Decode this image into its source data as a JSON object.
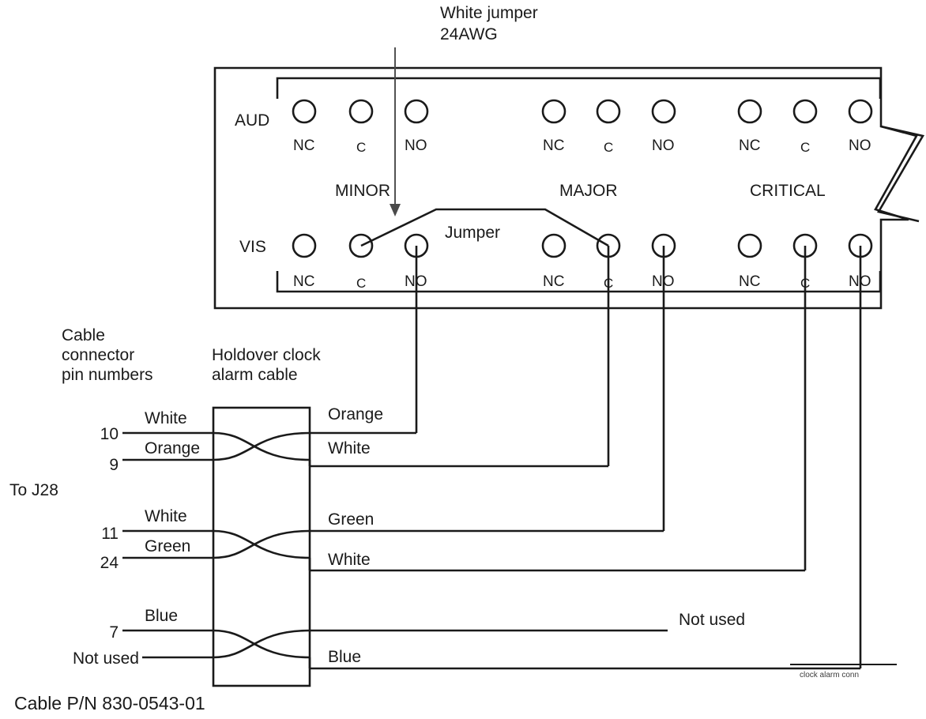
{
  "diagram": {
    "title_note": {
      "line1": "White jumper",
      "line2": "24AWG"
    },
    "caption": "Cable P/N 830-0543-01",
    "corner_note": "clock alarm conn",
    "jumper_label": "Jumper",
    "to_connector": "To J28",
    "pin_note": {
      "line1": "Cable",
      "line2": "connector",
      "line3": "pin numbers"
    },
    "cable_note": {
      "line1": "Holdover clock",
      "line2": "alarm cable"
    },
    "rows": {
      "aud": "AUD",
      "vis": "VIS"
    },
    "groups": [
      {
        "name": "MINOR"
      },
      {
        "name": "MAJOR"
      },
      {
        "name": "CRITICAL"
      }
    ],
    "contacts": [
      "NC",
      "C",
      "NO"
    ],
    "aud_terminals": [
      {
        "group": "MINOR",
        "contact": "NC"
      },
      {
        "group": "MINOR",
        "contact": "C"
      },
      {
        "group": "MINOR",
        "contact": "NO"
      },
      {
        "group": "MAJOR",
        "contact": "NC"
      },
      {
        "group": "MAJOR",
        "contact": "C"
      },
      {
        "group": "MAJOR",
        "contact": "NO"
      },
      {
        "group": "CRITICAL",
        "contact": "NC"
      },
      {
        "group": "CRITICAL",
        "contact": "C"
      },
      {
        "group": "CRITICAL",
        "contact": "NO"
      }
    ],
    "vis_terminals": [
      {
        "group": "MINOR",
        "contact": "NC"
      },
      {
        "group": "MINOR",
        "contact": "C"
      },
      {
        "group": "MINOR",
        "contact": "NO"
      },
      {
        "group": "MAJOR",
        "contact": "NC"
      },
      {
        "group": "MAJOR",
        "contact": "C"
      },
      {
        "group": "MAJOR",
        "contact": "NO"
      },
      {
        "group": "CRITICAL",
        "contact": "NC"
      },
      {
        "group": "CRITICAL",
        "contact": "C"
      },
      {
        "group": "CRITICAL",
        "contact": "NO"
      }
    ],
    "pins": [
      {
        "number": "10",
        "left_color": "White",
        "right_color": "Orange"
      },
      {
        "number": "9",
        "left_color": "Orange",
        "right_color": "White"
      },
      {
        "number": "11",
        "left_color": "White",
        "right_color": "Green"
      },
      {
        "number": "24",
        "left_color": "Green",
        "right_color": "White"
      },
      {
        "number": "7",
        "left_color": "Blue",
        "right_color": "Not used"
      },
      {
        "number": "Not used",
        "left_color": "",
        "right_color": "Blue"
      }
    ],
    "colors": {
      "ink": "#1a1a1a",
      "paper": "#ffffff",
      "arrow": "#4a4a4a"
    }
  }
}
